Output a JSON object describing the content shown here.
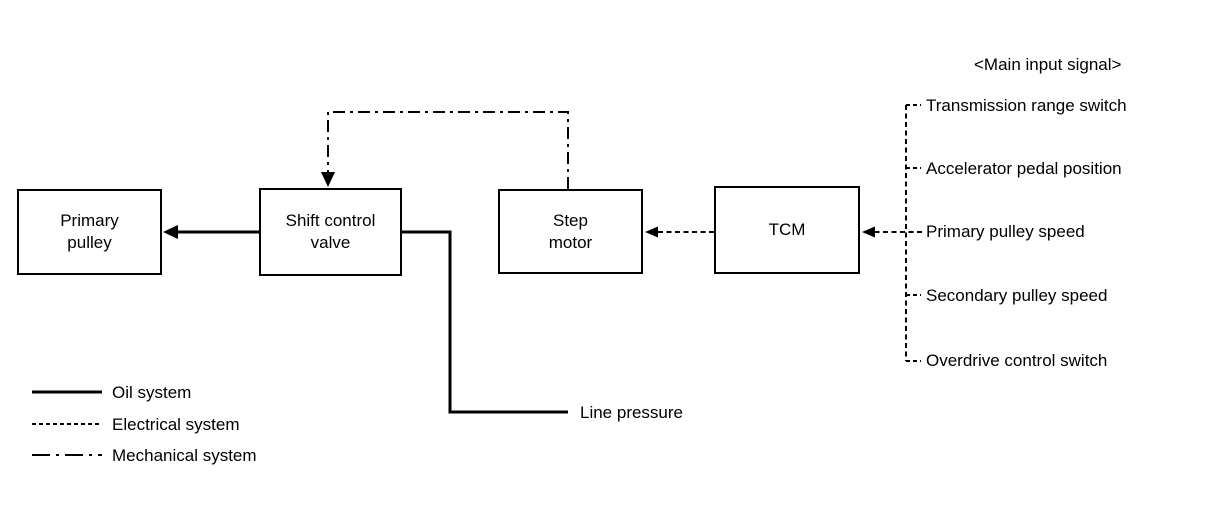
{
  "boxes": {
    "primary_pulley": "Primary\npulley",
    "shift_control_valve": "Shift control\nvalve",
    "step_motor": "Step\nmotor",
    "tcm": "TCM"
  },
  "main_input_signals": {
    "title": "<Main input signal>",
    "items": [
      "Transmission range switch",
      "Accelerator pedal position",
      "Primary pulley speed",
      "Secondary pulley speed",
      "Overdrive control switch"
    ]
  },
  "labels": {
    "line_pressure": "Line pressure"
  },
  "legend": {
    "items": [
      {
        "label": "Oil system",
        "style": "solid"
      },
      {
        "label": "Electrical system",
        "style": "dashed"
      },
      {
        "label": "Mechanical system",
        "style": "dash-dot"
      }
    ]
  },
  "colors": {
    "line": "#000000",
    "background": "#ffffff",
    "text": "#000000"
  }
}
